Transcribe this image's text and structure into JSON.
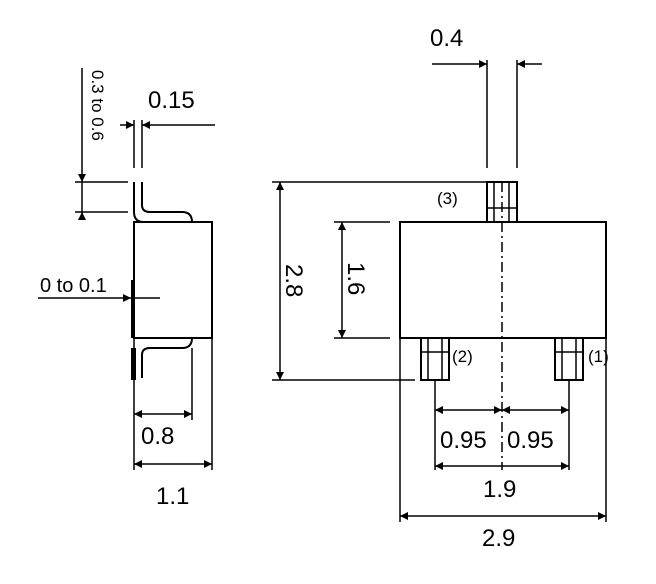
{
  "side_view": {
    "lead_thickness": "0.15",
    "lead_length_range": "0.3 to 0.6",
    "standoff_range": "0 to 0.1",
    "body_height": "0.8",
    "total_height": "1.1"
  },
  "top_view": {
    "lead_width": "0.4",
    "total_length": "2.8",
    "body_length": "1.6",
    "pin_pitch_left": "0.95",
    "pin_pitch_right": "0.95",
    "pin_span": "1.9",
    "body_width": "2.9",
    "pin_labels": {
      "pin1": "(1)",
      "pin2": "(2)",
      "pin3": "(3)"
    }
  }
}
